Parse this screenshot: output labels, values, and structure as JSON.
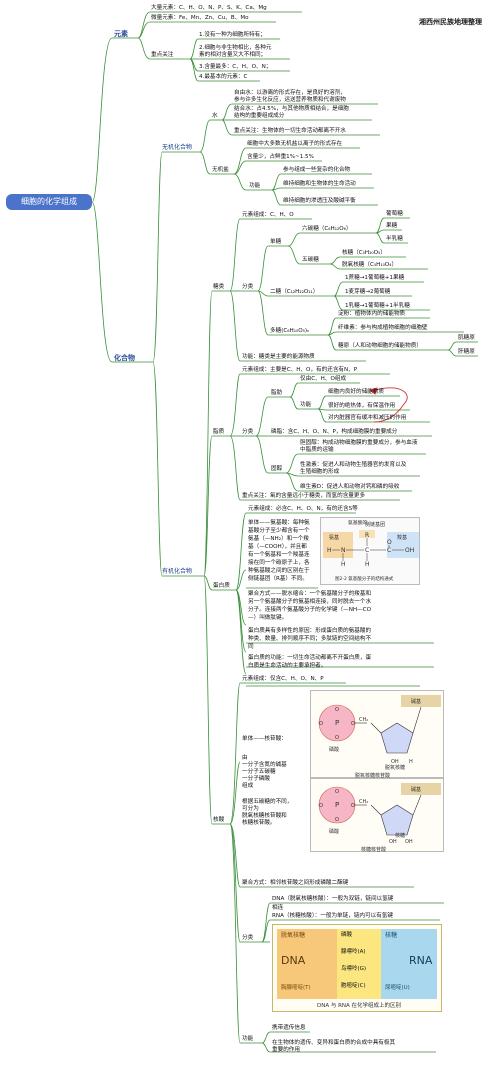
{
  "title": "细胞的化学组成",
  "watermark": "湘西州民族地理整理",
  "elements": {
    "label": "元素",
    "major": "大量元素：C、H、O、N、P、S、K、Ca、Mg",
    "trace": "微量元素：Fe、Mn、Zn、Cu、B、Mo",
    "focus_label": "重点关注",
    "focus": [
      "1.没有一种为细胞所特有；",
      "2.细胞与非生物相比，各种元",
      "素的相对含量又大不相同；",
      "3.含量最多：C、H、O、N；",
      "4.最基本的元素：C"
    ]
  },
  "compounds": {
    "label": "化合物"
  },
  "inorganic": {
    "label": "无机化合物",
    "water": {
      "label": "水",
      "free": [
        "自由水：以游离的形式存在，是良好的溶剂，",
        "参与许多生化反应，运送营养物质和代谢废物"
      ],
      "bound": [
        "结合水：占4.5%，与其他物质相结合，是细胞",
        "结构的重要组成成分"
      ],
      "focus": "重点关注：生物体的一切生命活动都离不开水"
    },
    "salt": {
      "label": "无机盐",
      "form": "细胞中大多数无机盐以离子的形式存在",
      "content": "含量少，占鲜重1%~1.5%",
      "function_label": "功能",
      "functions": [
        "参与组成一些复杂的化合物",
        "维持细胞和生物体的生命活动",
        "维持细胞的渗透压及酸碱平衡"
      ]
    }
  },
  "organic": {
    "label": "有机化合物",
    "sugar": {
      "label": "糖类",
      "composition": "元素组成：C、H、O",
      "classification_label": "分类",
      "mono_label": "单糖",
      "hexose": "六碳糖（C₆H₁₂O₆）",
      "hexoses": [
        "葡萄糖",
        "果糖",
        "半乳糖"
      ],
      "pentose": "五碳糖",
      "pentoses": [
        "核糖（C₅H₁₀O₅）",
        "脱氧核糖（C₅H₁₀O₄）"
      ],
      "di_label": "二糖（C₁₂H₂₂O₁₁）",
      "disaccharides": [
        "1蔗糖→1葡萄糖+1果糖",
        "1麦芽糖→2葡萄糖",
        "1乳糖→1葡萄糖+1半乳糖"
      ],
      "poly_label": "多糖(C₆H₁₀O₅)ₙ",
      "polysaccharides": [
        "淀粉：植物体内的储能物质",
        "纤维素：参与构成植物细胞的细胞壁",
        "糖原（人和动物细胞的储能物质）"
      ],
      "glycogen": [
        "肌糖原",
        "肝糖原"
      ],
      "function": "功能：糖类是主要的能源物质"
    },
    "lipid": {
      "label": "脂质",
      "composition": "元素组成：主要是C、H、O，有的还含有N、P",
      "classification_label": "分类",
      "fat_label": "脂肪",
      "fat_only": "仅由C、H、O组成",
      "fat_function_label": "功能",
      "fat_functions": [
        "细胞内良好的储能物质",
        "很好的绝热体，有保温作用",
        "对内脏器官有缓冲和减压的作用"
      ],
      "phospholipid": "磷脂：含C、H、O、N、P，构成细胞膜的重要成分",
      "sterol_label": "固醇",
      "sterols": [
        "胆固醇：构成动物细胞膜的重要成分，参与血液",
        "中脂质的运输",
        "性激素：促进人和动物生殖器官的发育以及",
        "生殖细胞的形成",
        "维生素D：促进人和动物对钙和磷的吸收"
      ],
      "focus": "重点关注：氧的含量远小于糖类，而氢的含量更多"
    },
    "protein": {
      "label": "蛋白质",
      "composition": "元素组成：必含C、H、O、N，有的还含S等",
      "monomer": [
        "单体——氨基酸：每种氨",
        "基酸分子至少都含有一个",
        "氨基（—NH₂）和一个羧",
        "基（—COOH），并且都",
        "有一个氨基和一个羧基连",
        "接在同一个碳原子上，各",
        "种氨基酸之间的区别在于",
        "侧链基团（R基）不同。"
      ],
      "figure_title": "氨基酸的",
      "figure_caption": "图2-2  氨基酸分子的结构通式",
      "formula": {
        "r": "R",
        "h": "H",
        "n": "N",
        "c": "C",
        "o": "O",
        "oh": "OH",
        "amino": "氨基",
        "carboxyl": "羧基",
        "side": "侧链基团"
      },
      "polymerization": [
        "聚合方式——脱水缩合：一个氨基酸分子的羧基和",
        "另一个氨基酸分子的氨基相连接，同时脱去一个水",
        "分子。连接两个氨基酸分子的化学键（—NH—CO",
        "—）叫做肽键。"
      ],
      "diversity": [
        "蛋白质具有多样性的原因：形成蛋白质的氨基酸的",
        "种类、数量、排列顺序不同；多肽链的空间结构不",
        "同"
      ],
      "function": [
        "蛋白质的功能：一切生命活动都离不开蛋白质，蛋",
        "白质是生命活动的主要承担者。"
      ]
    },
    "nucleic": {
      "label": "核酸",
      "composition": "元素组成：仅含C、H、O、N、P",
      "monomer": [
        "单体——核苷酸：",
        "",
        "由",
        "一分子含氮的碱基",
        "一分子五碳糖",
        "一分子磷酸",
        "组成",
        "",
        "根据五碳糖的不同，",
        "可分为",
        "脱氧核糖核苷酸和",
        "核糖核苷酸。"
      ],
      "fig1_caption": "脱氧核糖核苷酸",
      "fig2_caption": "核糖核苷酸",
      "fig_labels": {
        "base": "碱基",
        "phosphate": "磷酸",
        "deoxyribose": "脱氧核糖",
        "ribose": "核糖",
        "p": "P",
        "o": "O",
        "oh": "OH",
        "h": "H",
        "ch2": "CH₂"
      },
      "polymerization": "聚合方式：相邻核苷酸之间形成磷酸二酯键",
      "classification_label": "分类",
      "dna": [
        "DNA（脱氧核糖核酸）：一般为双链，链间以氢键",
        "相连"
      ],
      "rna": "RNA（核糖核酸）：一般为单链，链内可以有氢键",
      "table": {
        "dna_sugar": "脱氧核糖",
        "dna_label": "DNA",
        "dna_base": "胸腺嘧啶(T)",
        "shared": [
          "磷酸",
          "腺嘌呤(A)",
          "鸟嘌呤(G)",
          "胞嘧啶(C)"
        ],
        "rna_sugar": "核糖",
        "rna_label": "RNA",
        "rna_base": "尿嘧啶(U)",
        "caption": "DNA 与 RNA 在化学组成上的区别"
      },
      "function_label": "功能",
      "functions": [
        "携带遗传信息",
        "在生物体的遗传、变异和蛋白质的合成中具有极其",
        "重要的作用"
      ]
    }
  },
  "colors": {
    "line": "#3a8f3a",
    "title_bg": "#4a73c9",
    "accent": "#2a4e9c",
    "annotation": "#d23030"
  }
}
